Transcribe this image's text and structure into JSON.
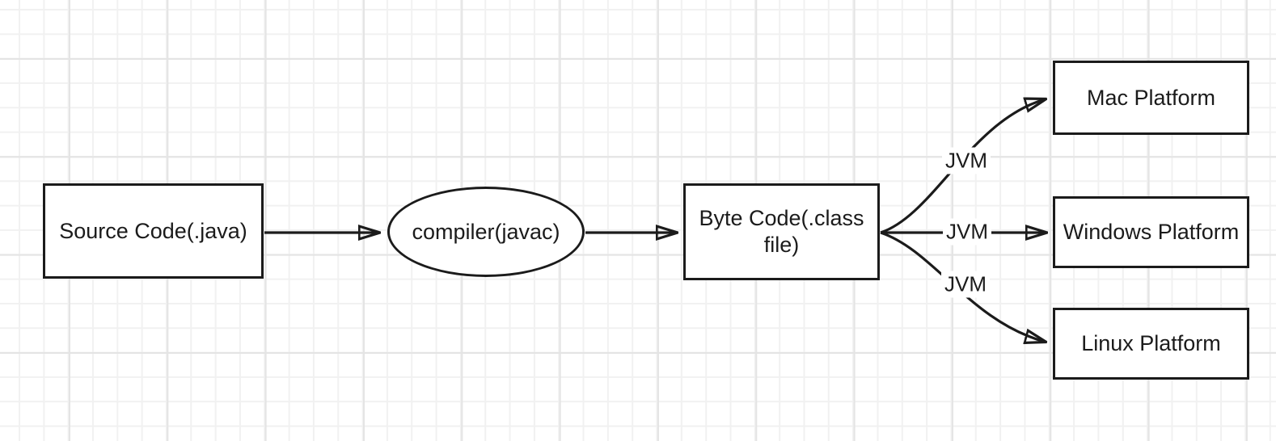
{
  "diagram": {
    "type": "flowchart",
    "background": "grid",
    "nodes": [
      {
        "id": "source",
        "shape": "rectangle",
        "label": "Source Code(.java)"
      },
      {
        "id": "compiler",
        "shape": "ellipse",
        "label": "compiler(javac)"
      },
      {
        "id": "bytecode",
        "shape": "rectangle",
        "label": "Byte Code(.class file)"
      },
      {
        "id": "mac",
        "shape": "rectangle",
        "label": "Mac Platform"
      },
      {
        "id": "windows",
        "shape": "rectangle",
        "label": "Windows Platform"
      },
      {
        "id": "linux",
        "shape": "rectangle",
        "label": "Linux Platform"
      }
    ],
    "edges": [
      {
        "from": "source",
        "to": "compiler",
        "label": ""
      },
      {
        "from": "compiler",
        "to": "bytecode",
        "label": ""
      },
      {
        "from": "bytecode",
        "to": "mac",
        "label": "JVM"
      },
      {
        "from": "bytecode",
        "to": "windows",
        "label": "JVM"
      },
      {
        "from": "bytecode",
        "to": "linux",
        "label": "JVM"
      }
    ],
    "colors": {
      "stroke": "#1b1b1b",
      "node_fill": "#ffffff",
      "text": "#1b1b1b",
      "grid_minor": "#f1f1f1",
      "grid_major": "#e4e4e4",
      "background": "#ffffff"
    }
  }
}
